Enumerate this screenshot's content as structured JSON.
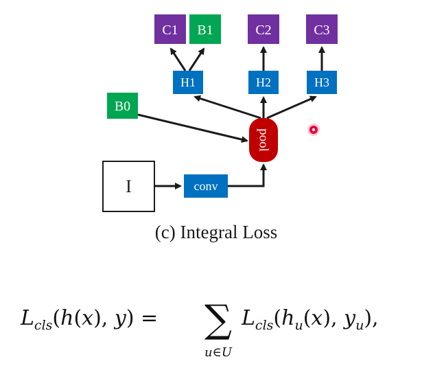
{
  "diagram": {
    "nodes": {
      "c1": "C1",
      "b1": "B1",
      "c2": "C2",
      "c3": "C3",
      "h1": "H1",
      "h2": "H2",
      "h3": "H3",
      "b0": "B0",
      "pool": "pool",
      "input": "I",
      "conv": "conv"
    },
    "caption": "(c) Integral Loss"
  },
  "formula": {
    "text": "L_cls(h(x), y) = Σ_{u∈U} L_cls(h_u(x), y_u),"
  },
  "colors": {
    "purple": "#7030a0",
    "green": "#00a651",
    "blue": "#0070c0",
    "red": "#c00000",
    "arrow": "#1a1a1a",
    "cursor": "#e8003a"
  }
}
